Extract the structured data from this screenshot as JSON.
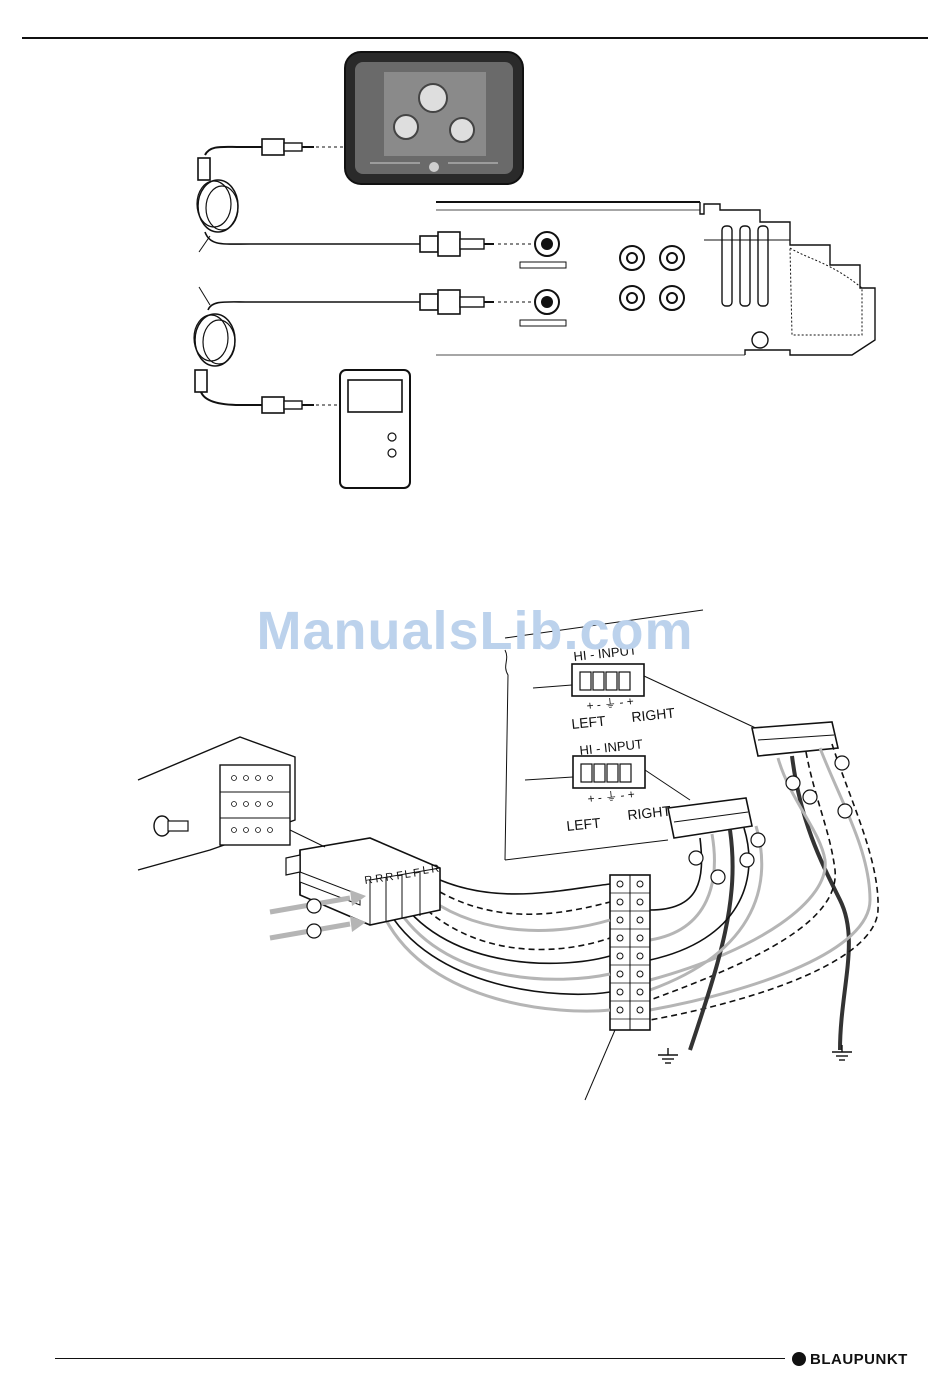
{
  "watermark": "ManualsLib.com",
  "brand": {
    "name": "BLAUPUNKT"
  },
  "diagram": {
    "hi_input_upper": {
      "title": "HI - INPUT",
      "signs": "+  -  ⏚  -  +",
      "left": "LEFT",
      "right": "RIGHT"
    },
    "hi_input_lower": {
      "title": "HI - INPUT",
      "signs": "+  -  ⏚  -  +",
      "left": "LEFT",
      "right": "RIGHT"
    },
    "connector_labels": [
      "R R",
      "R F",
      "L F",
      "L R"
    ]
  },
  "colors": {
    "line": "#111111",
    "wire_grey": "#b5b5b5",
    "wire_dark": "#333333",
    "watermark": "#bcd2ec"
  }
}
